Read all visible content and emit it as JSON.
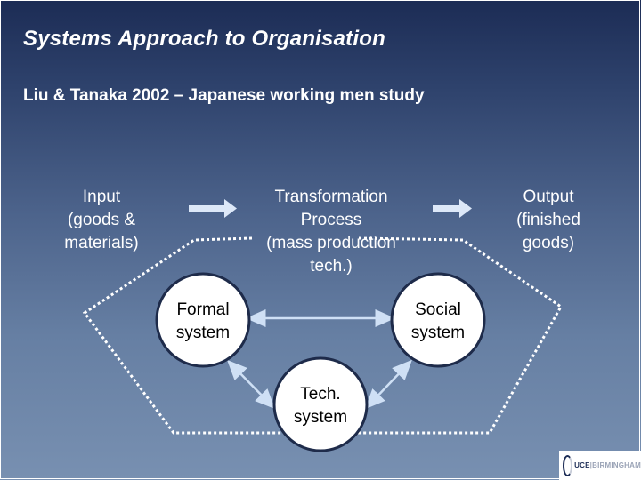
{
  "slide": {
    "title": "Systems Approach to Organisation",
    "subtitle": "Liu & Tanaka 2002 – Japanese working men study"
  },
  "diagram": {
    "input": "Input\n(goods &\nmaterials)",
    "transformation": "Transformation\nProcess\n(mass production\ntech.)",
    "output": "Output\n(finished\ngoods)",
    "formal_system": "Formal\nsystem",
    "social_system": "Social\nsystem",
    "tech_system": "Tech.\nsystem"
  },
  "logo": {
    "mark": "UCE",
    "separator": "|",
    "name": "BIRMINGHAM"
  },
  "colors": {
    "arrow": "#dde8f8",
    "connector": "#cfe0f5",
    "circle_fill": "#ffffff",
    "circle_text": "#000000",
    "dotted_boundary": "#ffffff"
  }
}
